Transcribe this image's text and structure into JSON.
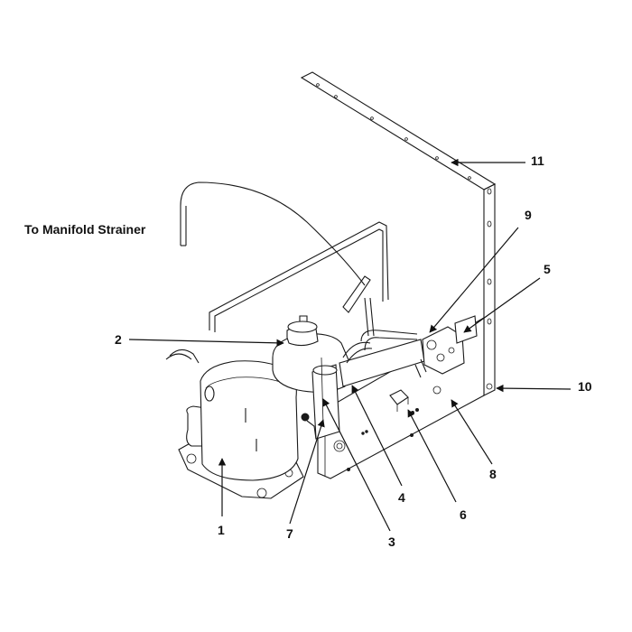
{
  "diagram": {
    "note": "To Manifold Strainer",
    "callouts": [
      {
        "id": "c1",
        "label": "1"
      },
      {
        "id": "c2",
        "label": "2"
      },
      {
        "id": "c3",
        "label": "3"
      },
      {
        "id": "c4",
        "label": "4"
      },
      {
        "id": "c5",
        "label": "5"
      },
      {
        "id": "c6",
        "label": "6"
      },
      {
        "id": "c7",
        "label": "7"
      },
      {
        "id": "c8",
        "label": "8"
      },
      {
        "id": "c9",
        "label": "9"
      },
      {
        "id": "c10",
        "label": "10"
      },
      {
        "id": "c11",
        "label": "11"
      }
    ]
  }
}
